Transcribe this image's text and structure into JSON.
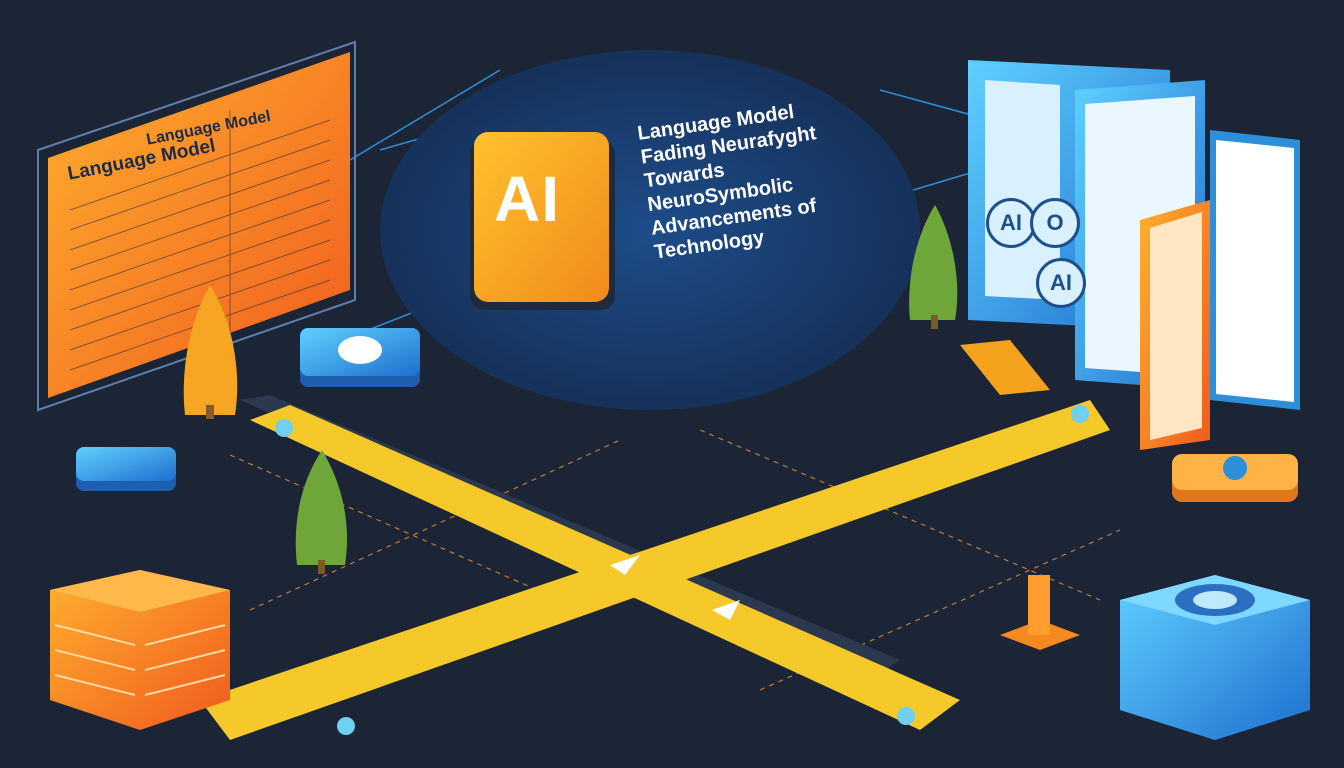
{
  "screen": {
    "title": "Language Model",
    "title_small": "Language Model"
  },
  "badge": {
    "label": "AI"
  },
  "headline": {
    "lines": [
      "Language Model",
      "Fading Neurafyght",
      "Towards",
      "NeuroSymbolic",
      "Advancements of",
      "Technology"
    ]
  },
  "phone": {
    "icon_a": "AI",
    "icon_b": "O",
    "icon_c": "AI"
  },
  "colors": {
    "background": "#1b2536",
    "orange": "#f58a1f",
    "yellow": "#f5c92a",
    "blue": "#2d8fd8",
    "green": "#6fa63a"
  }
}
